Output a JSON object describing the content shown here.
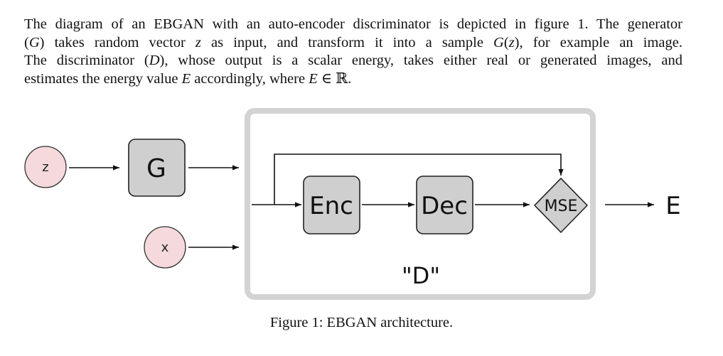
{
  "paragraph": {
    "line1": "The diagram of an EBGAN with an auto-encoder discriminator is depicted in figure 1. The generator",
    "line2": "(G) takes random vector z as input, and transform it into a sample G(z), for example an image.",
    "line3": "The discriminator (D), whose output is a scalar energy, takes either real or generated images, and",
    "line4": "estimates the energy value E accordingly, where E ∈ ℝ."
  },
  "diagram": {
    "node_z": "z",
    "node_x": "x",
    "node_g": "G",
    "node_enc": "Enc",
    "node_dec": "Dec",
    "node_mse": "MSE",
    "output_e": "E",
    "discriminator_label": "\"D\""
  },
  "caption": "Figure 1:  EBGAN architecture.",
  "colors": {
    "input_node_fill": "#f5d9dc",
    "block_fill": "#cfcfcf",
    "frame_stroke": "#d3d3d3"
  }
}
